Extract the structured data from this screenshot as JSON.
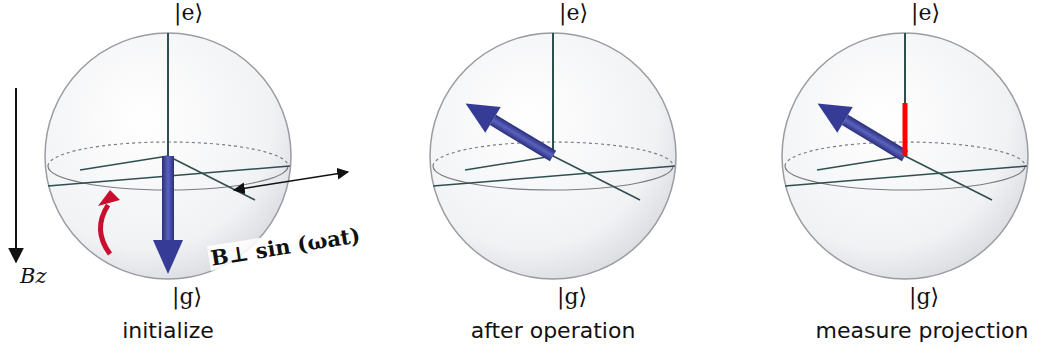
{
  "diagram": {
    "labels": [
      "|e⟩",
      "Bz",
      "B⊥ sin (ωat)",
      "|g⟩",
      "initialize",
      "|e⟩",
      "|g⟩",
      "after operation",
      "|e⟩",
      "|g⟩",
      "measure projection"
    ]
  }
}
